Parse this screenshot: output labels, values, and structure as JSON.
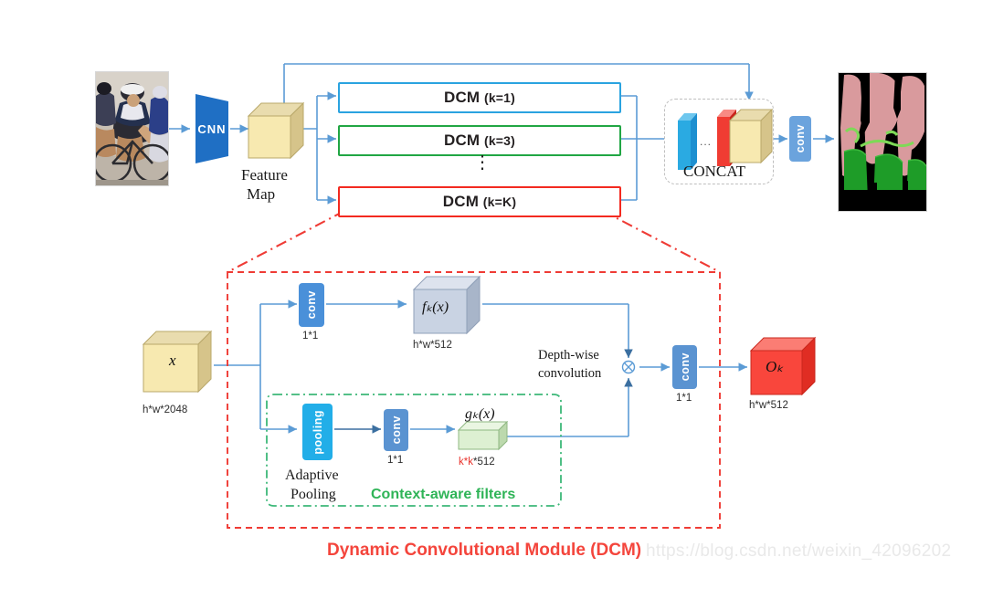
{
  "figure": {
    "caption": "Dynamic Convolutional Module (DCM)",
    "watermark": "https://blog.csdn.net/weixin_42096202"
  },
  "colors": {
    "arrow_blue": "#5b9bd5",
    "box_blue": "#2aa3e0",
    "box_green": "#21a644",
    "box_red": "#f32a20",
    "dcm_dash_red": "#ef3b35",
    "context_green": "#3cb878",
    "cube_yellow": "#f5e6a8",
    "cube_yellow_top": "#ece0b2",
    "cube_yellow_side": "#d8c98d",
    "cube_gray": "#c8d2e2",
    "cube_green": "#dff0d3",
    "cube_red": "#f9463c",
    "conv_pill_blue": "#4a90d9",
    "pooling_pill_blue": "#22aee8",
    "caption_red": "#f4453c",
    "watermark_gray": "#e9e9e9",
    "seg_person": "#d99a9d",
    "seg_bike": "#1e9c28",
    "seg_bg": "#000000"
  },
  "top_pipeline": {
    "input_image_name": "input-cyclists-photo",
    "cnn_label": "CNN",
    "feature_map_label_line1": "Feature",
    "feature_map_label_line2": "Map",
    "dcm_branches": [
      {
        "name": "DCM",
        "k": "(k=1)",
        "color": "#2aa3e0"
      },
      {
        "name": "DCM",
        "k": "(k=3)",
        "color": "#21a644"
      },
      {
        "name": "DCM",
        "k": "(k=K)",
        "color": "#f32a20"
      }
    ],
    "vertical_dots": "⋮",
    "concat_label": "CONCAT",
    "concat_inner_dots": "...",
    "final_conv_label": "conv",
    "output_image_name": "output-segmentation-map"
  },
  "dcm_detail": {
    "input_cube_label": "x",
    "input_cube_dim": "h*w*2048",
    "top_branch": {
      "conv_label": "conv",
      "conv_kernel": "1*1",
      "cube_label": "fₖ(x)",
      "cube_dim": "h*w*512"
    },
    "bottom_branch": {
      "pooling_label": "pooling",
      "pooling_caption_line1": "Adaptive",
      "pooling_caption_line2": "Pooling",
      "conv_label": "conv",
      "conv_kernel": "1*1",
      "cube_label": "gₖ(x)",
      "cube_dim_red": "k*k",
      "cube_dim_rest": "*512",
      "group_label": "Context-aware filters"
    },
    "merge": {
      "op_symbol": "⊗",
      "op_label_line1": "Depth-wise",
      "op_label_line2": "convolution",
      "out_conv_label": "conv",
      "out_conv_kernel": "1*1",
      "out_cube_label": "Oₖ",
      "out_cube_dim": "h*w*512"
    }
  }
}
